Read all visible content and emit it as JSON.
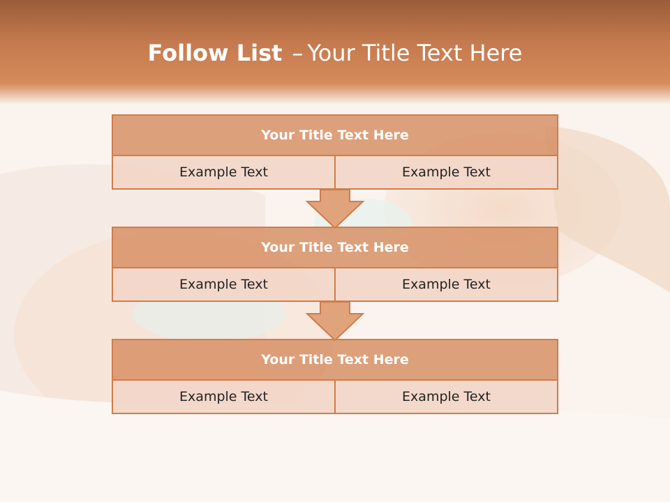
{
  "slide": {
    "title_bold": "Follow List",
    "title_dash": "–",
    "title_rest": "Your Title Text Here"
  },
  "blocks": [
    {
      "title": "Your Title Text Here",
      "left": "Example Text",
      "right": "Example Text"
    },
    {
      "title": "Your Title Text Here",
      "left": "Example Text",
      "right": "Example Text"
    },
    {
      "title": "Your Title Text Here",
      "left": "Example Text",
      "right": "Example Text"
    }
  ],
  "colors": {
    "accent": "#cf7d4b",
    "header": "#c47a4e",
    "block_head": "#d68d61",
    "cell": "#f2d6c8"
  }
}
